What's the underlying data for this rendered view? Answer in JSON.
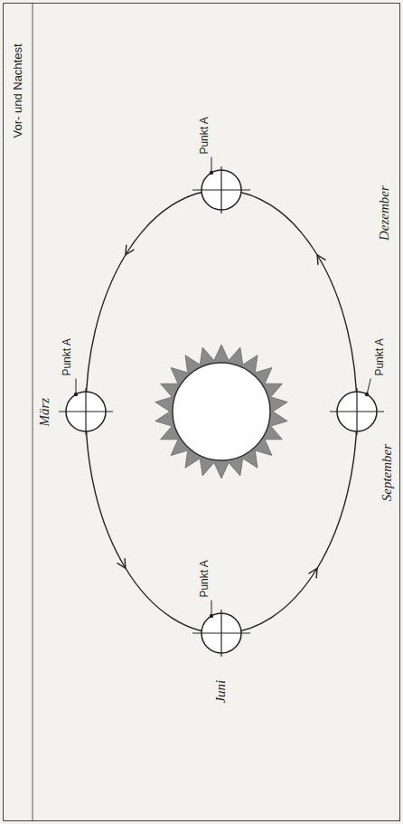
{
  "diagram": {
    "title": "Vor- und Nachtest",
    "labels": [
      "Dezember",
      "Punkt A",
      "März",
      "Punkt A",
      "September",
      "Punkt A",
      "Juni",
      "Punkt A"
    ]
  }
}
